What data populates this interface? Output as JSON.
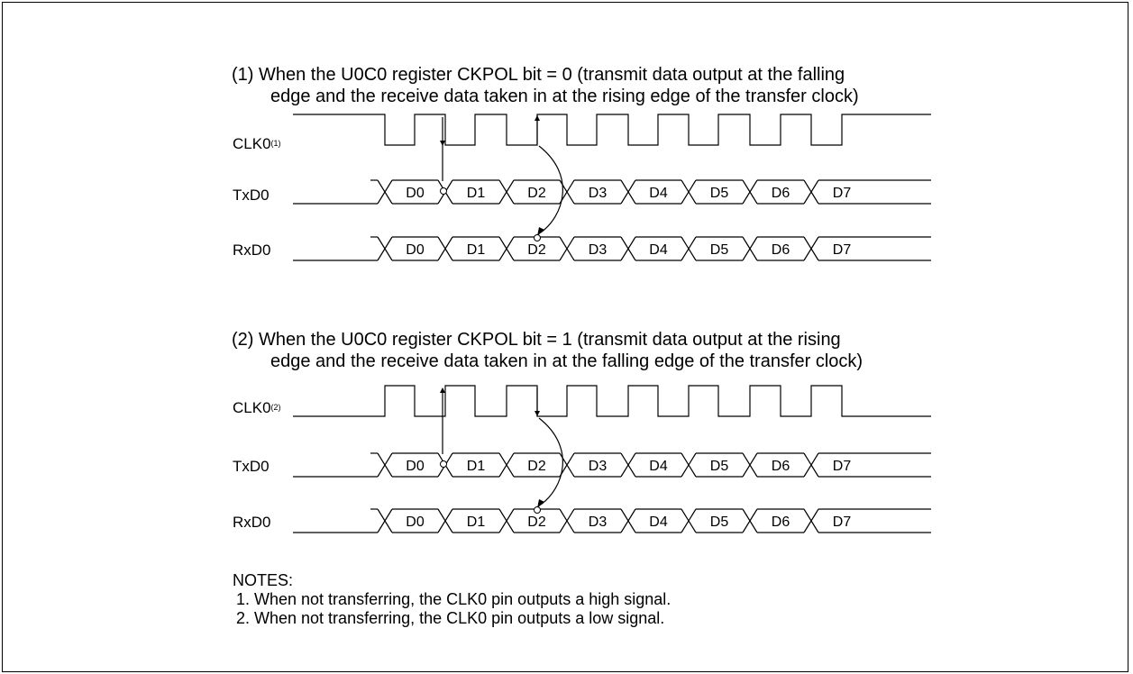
{
  "section1": {
    "caption_line1": "(1) When the U0C0 register CKPOL bit = 0 (transmit data output at the falling",
    "caption_line2": "edge and the receive data taken in at the rising edge of the transfer clock)",
    "clk_label": "CLK0",
    "clk_note_ref": "(1)",
    "txd_label": "TxD0",
    "rxd_label": "RxD0"
  },
  "section2": {
    "caption_line1": "(2) When the U0C0 register CKPOL bit = 1 (transmit data output at the rising",
    "caption_line2": "edge and the receive data taken in at the falling edge of the transfer clock)",
    "clk_label": "CLK0",
    "clk_note_ref": "(2)",
    "txd_label": "TxD0",
    "rxd_label": "RxD0"
  },
  "data_bits": [
    "D0",
    "D1",
    "D2",
    "D3",
    "D4",
    "D5",
    "D6",
    "D7"
  ],
  "notes": {
    "heading": "NOTES:",
    "items": [
      "1. When not transferring, the CLK0 pin outputs a high signal.",
      "2. When not transferring, the CLK0 pin outputs a low signal."
    ]
  }
}
